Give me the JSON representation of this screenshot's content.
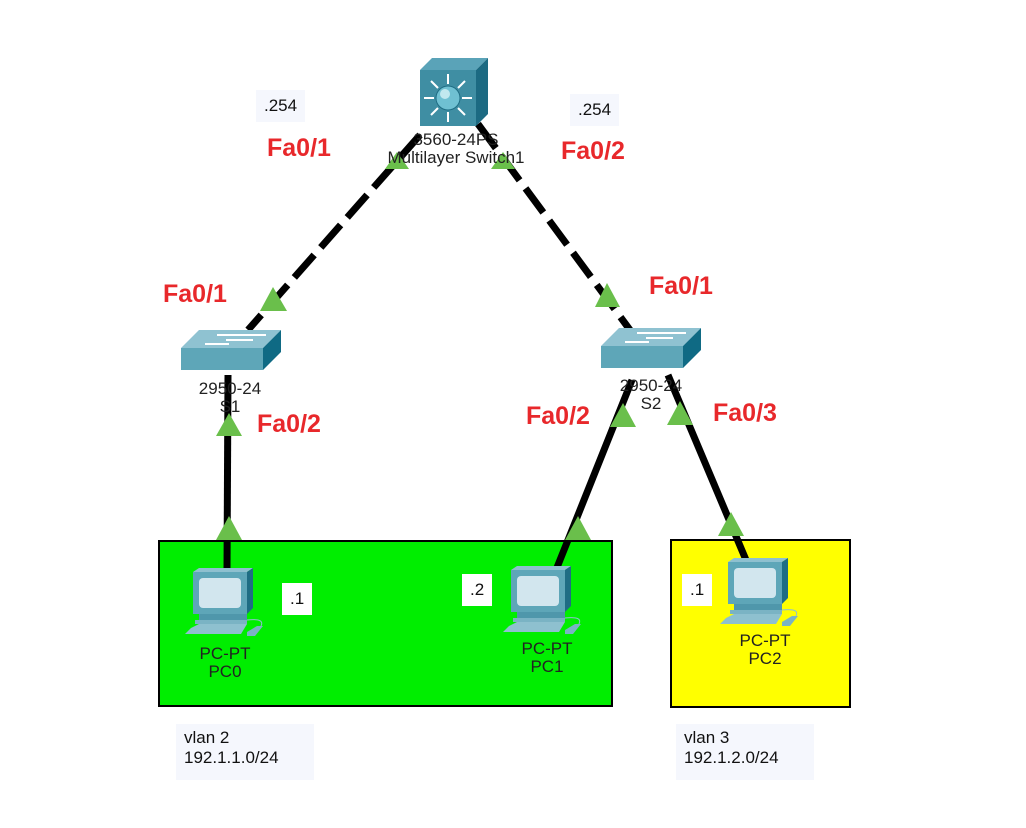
{
  "topology": {
    "devices": [
      {
        "id": "mls1",
        "model": "3560-24PS",
        "name": "Multilayer Switch1",
        "type": "multilayer-switch"
      },
      {
        "id": "s1",
        "model": "2950-24",
        "name": "S1",
        "type": "switch"
      },
      {
        "id": "s2",
        "model": "2950-24",
        "name": "S2",
        "type": "switch"
      },
      {
        "id": "pc0",
        "model": "PC-PT",
        "name": "PC0",
        "type": "pc"
      },
      {
        "id": "pc1",
        "model": "PC-PT",
        "name": "PC1",
        "type": "pc"
      },
      {
        "id": "pc2",
        "model": "PC-PT",
        "name": "PC2",
        "type": "pc"
      }
    ],
    "links": [
      {
        "from": "mls1",
        "to": "s1",
        "style": "dashed",
        "from_status": "up",
        "to_status": "up"
      },
      {
        "from": "mls1",
        "to": "s2",
        "style": "dashed",
        "from_status": "up",
        "to_status": "up"
      },
      {
        "from": "s1",
        "to": "pc0",
        "style": "solid",
        "from_status": "up",
        "to_status": "up"
      },
      {
        "from": "s2",
        "to": "pc1",
        "style": "solid",
        "from_status": "up",
        "to_status": "up"
      },
      {
        "from": "s2",
        "to": "pc2",
        "style": "solid",
        "from_status": "up",
        "to_status": "up"
      }
    ],
    "port_labels": {
      "mls1_left": "Fa0/1",
      "mls1_right": "Fa0/2",
      "s1_up": "Fa0/1",
      "s1_down": "Fa0/2",
      "s2_up": "Fa0/1",
      "s2_left": "Fa0/2",
      "s2_right": "Fa0/3"
    },
    "ip_labels": {
      "mls1_left": ".254",
      "mls1_right": ".254",
      "pc0": ".1",
      "pc1": ".2",
      "pc2": ".1"
    },
    "vlans": [
      {
        "name": "vlan 2",
        "subnet": "192.1.1.0/24",
        "color": "#00ee00"
      },
      {
        "name": "vlan 3",
        "subnet": "192.1.2.0/24",
        "color": "#ffff00"
      }
    ]
  },
  "colors": {
    "port_label": "#e8282b",
    "link_up": "#6abf4b",
    "cable": "#000000",
    "device_body": "#3f8ea3"
  }
}
